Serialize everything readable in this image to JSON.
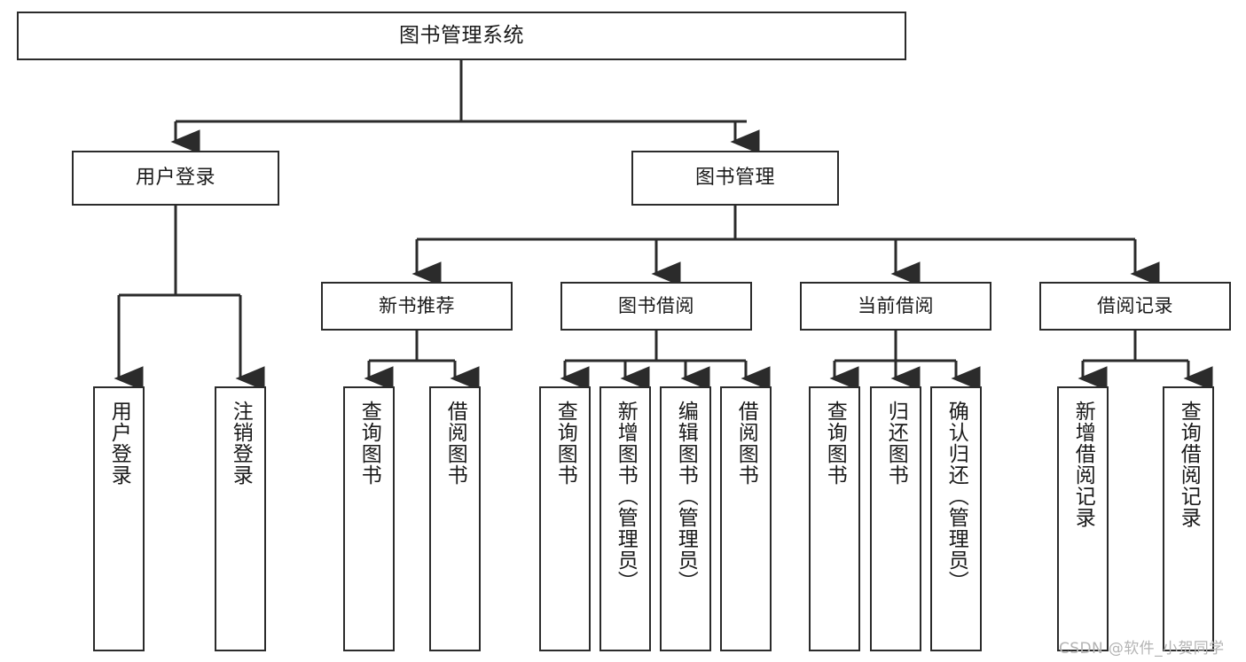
{
  "diagram": {
    "type": "tree-hierarchy-chart",
    "title": "图书管理系统",
    "nodes": {
      "root": {
        "label": "图书管理系统"
      },
      "level2": [
        {
          "id": "user-login",
          "label": "用户登录"
        },
        {
          "id": "book-management",
          "label": "图书管理"
        }
      ],
      "level3": [
        {
          "id": "new-book-recommend",
          "label": "新书推荐"
        },
        {
          "id": "book-borrow",
          "label": "图书借阅"
        },
        {
          "id": "current-borrow",
          "label": "当前借阅"
        },
        {
          "id": "borrow-record",
          "label": "借阅记录"
        }
      ],
      "leaves": {
        "user-login": [
          {
            "id": "leaf-user-login",
            "label": "用户登录"
          },
          {
            "id": "leaf-logout",
            "label": "注销登录"
          }
        ],
        "new-book-recommend": [
          {
            "id": "leaf-query-book-1",
            "label": "查询图书"
          },
          {
            "id": "leaf-borrow-book-1",
            "label": "借阅图书"
          }
        ],
        "book-borrow": [
          {
            "id": "leaf-query-book-2",
            "label": "查询图书"
          },
          {
            "id": "leaf-add-book",
            "label": "新增图书（管理员）"
          },
          {
            "id": "leaf-edit-book",
            "label": "编辑图书（管理员）"
          },
          {
            "id": "leaf-borrow-book-2",
            "label": "借阅图书"
          }
        ],
        "current-borrow": [
          {
            "id": "leaf-query-book-3",
            "label": "查询图书"
          },
          {
            "id": "leaf-return-book",
            "label": "归还图书"
          },
          {
            "id": "leaf-confirm-return",
            "label": "确认归还（管理员）"
          }
        ],
        "borrow-record": [
          {
            "id": "leaf-add-record",
            "label": "新增借阅记录"
          },
          {
            "id": "leaf-query-record",
            "label": "查询借阅记录"
          }
        ]
      }
    },
    "colors": {
      "border": "#2b2b2b",
      "background": "#ffffff",
      "text": "#1a1a1a",
      "watermark": "#b4b4b4"
    }
  },
  "watermark": {
    "text": "CSDN @软件_小贺同学"
  }
}
